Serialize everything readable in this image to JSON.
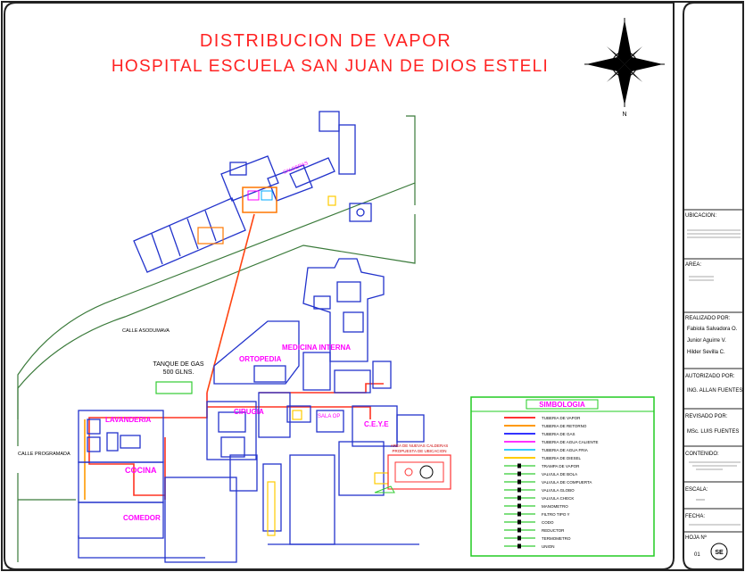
{
  "title": {
    "line1": "DISTRIBUCION DE VAPOR",
    "line2": "HOSPITAL ESCUELA SAN JUAN DE DIOS ESTELI",
    "color": "#ff2222"
  },
  "compass": {
    "north": "N"
  },
  "streets": {
    "diagonal": "CALLE ASODUMAVA",
    "west": "CALLE PROGRAMADA"
  },
  "tank": {
    "line1": "TANQUE DE GAS",
    "line2": "500 GLNS."
  },
  "departments": {
    "medicina": "MEDICINA INTERNA",
    "ortopedia": "ORTOPEDIA",
    "cirugia": "CIRUGIA",
    "lavanderia": "LAVANDERIA",
    "cocina": "COCINA",
    "comedor": "COMEDOR",
    "ceye": "C.E.Y.E",
    "calderas": "CALDERAS",
    "sala_op": "SALA OP"
  },
  "boiler_note": {
    "line1": "AREA DE NUEVAS CALDERAS",
    "line2": "PROPUESTA DE UBICACION"
  },
  "legend": {
    "title": "SIMBOLOGIA",
    "items": [
      {
        "label": "TUBERIA DE VAPOR",
        "color": "#ff3333"
      },
      {
        "label": "TUBERIA DE RETORNO",
        "color": "#ff9900"
      },
      {
        "label": "TUBERIA DE GAS",
        "color": "#3333ff"
      },
      {
        "label": "TUBERIA DE AGUA CALIENTE",
        "color": "#ff33ff"
      },
      {
        "label": "TUBERIA DE AGUA FRIA",
        "color": "#33ccff"
      },
      {
        "label": "TUBERIA DE DIESEL",
        "color": "#ffcc00"
      },
      {
        "label": "TRAMPA DE VAPOR",
        "color": "#33cc33"
      },
      {
        "label": "VALVULA DE BOLA",
        "color": "#33cc33"
      },
      {
        "label": "VALVULA DE COMPUERTA",
        "color": "#33cc33"
      },
      {
        "label": "VALVULA GLOBO",
        "color": "#33cc33"
      },
      {
        "label": "VALVULA CHECK",
        "color": "#33cc33"
      },
      {
        "label": "MANOMETRO",
        "color": "#33cc33"
      },
      {
        "label": "FILTRO TIPO Y",
        "color": "#33cc33"
      },
      {
        "label": "CODO",
        "color": "#33cc33"
      },
      {
        "label": "REDUCTOR",
        "color": "#33cc33"
      },
      {
        "label": "TERMOMETRO",
        "color": "#33cc33"
      },
      {
        "label": "UNION",
        "color": "#33cc33"
      }
    ]
  },
  "titleblock": {
    "ubicacion_label": "UBICACION:",
    "area_label": "AREA:",
    "realizado_label": "REALIZADO POR:",
    "realizado_names": [
      "Fabiola Salvadora O.",
      "Junior Aguirre V.",
      "Hilder Sevilla C."
    ],
    "autorizado_label": "AUTORIZADO POR:",
    "autorizado_name": "ING. ALLAN FUENTES",
    "revisado_label": "REVISADO POR:",
    "revisado_name": "MSc. LUIS FUENTES",
    "contenido_label": "CONTENIDO:",
    "escala_label": "ESCALA:",
    "fecha_label": "FECHA:",
    "hoja_label": "HOJA Nº",
    "hoja_num": "01",
    "logo_text": "SE"
  }
}
